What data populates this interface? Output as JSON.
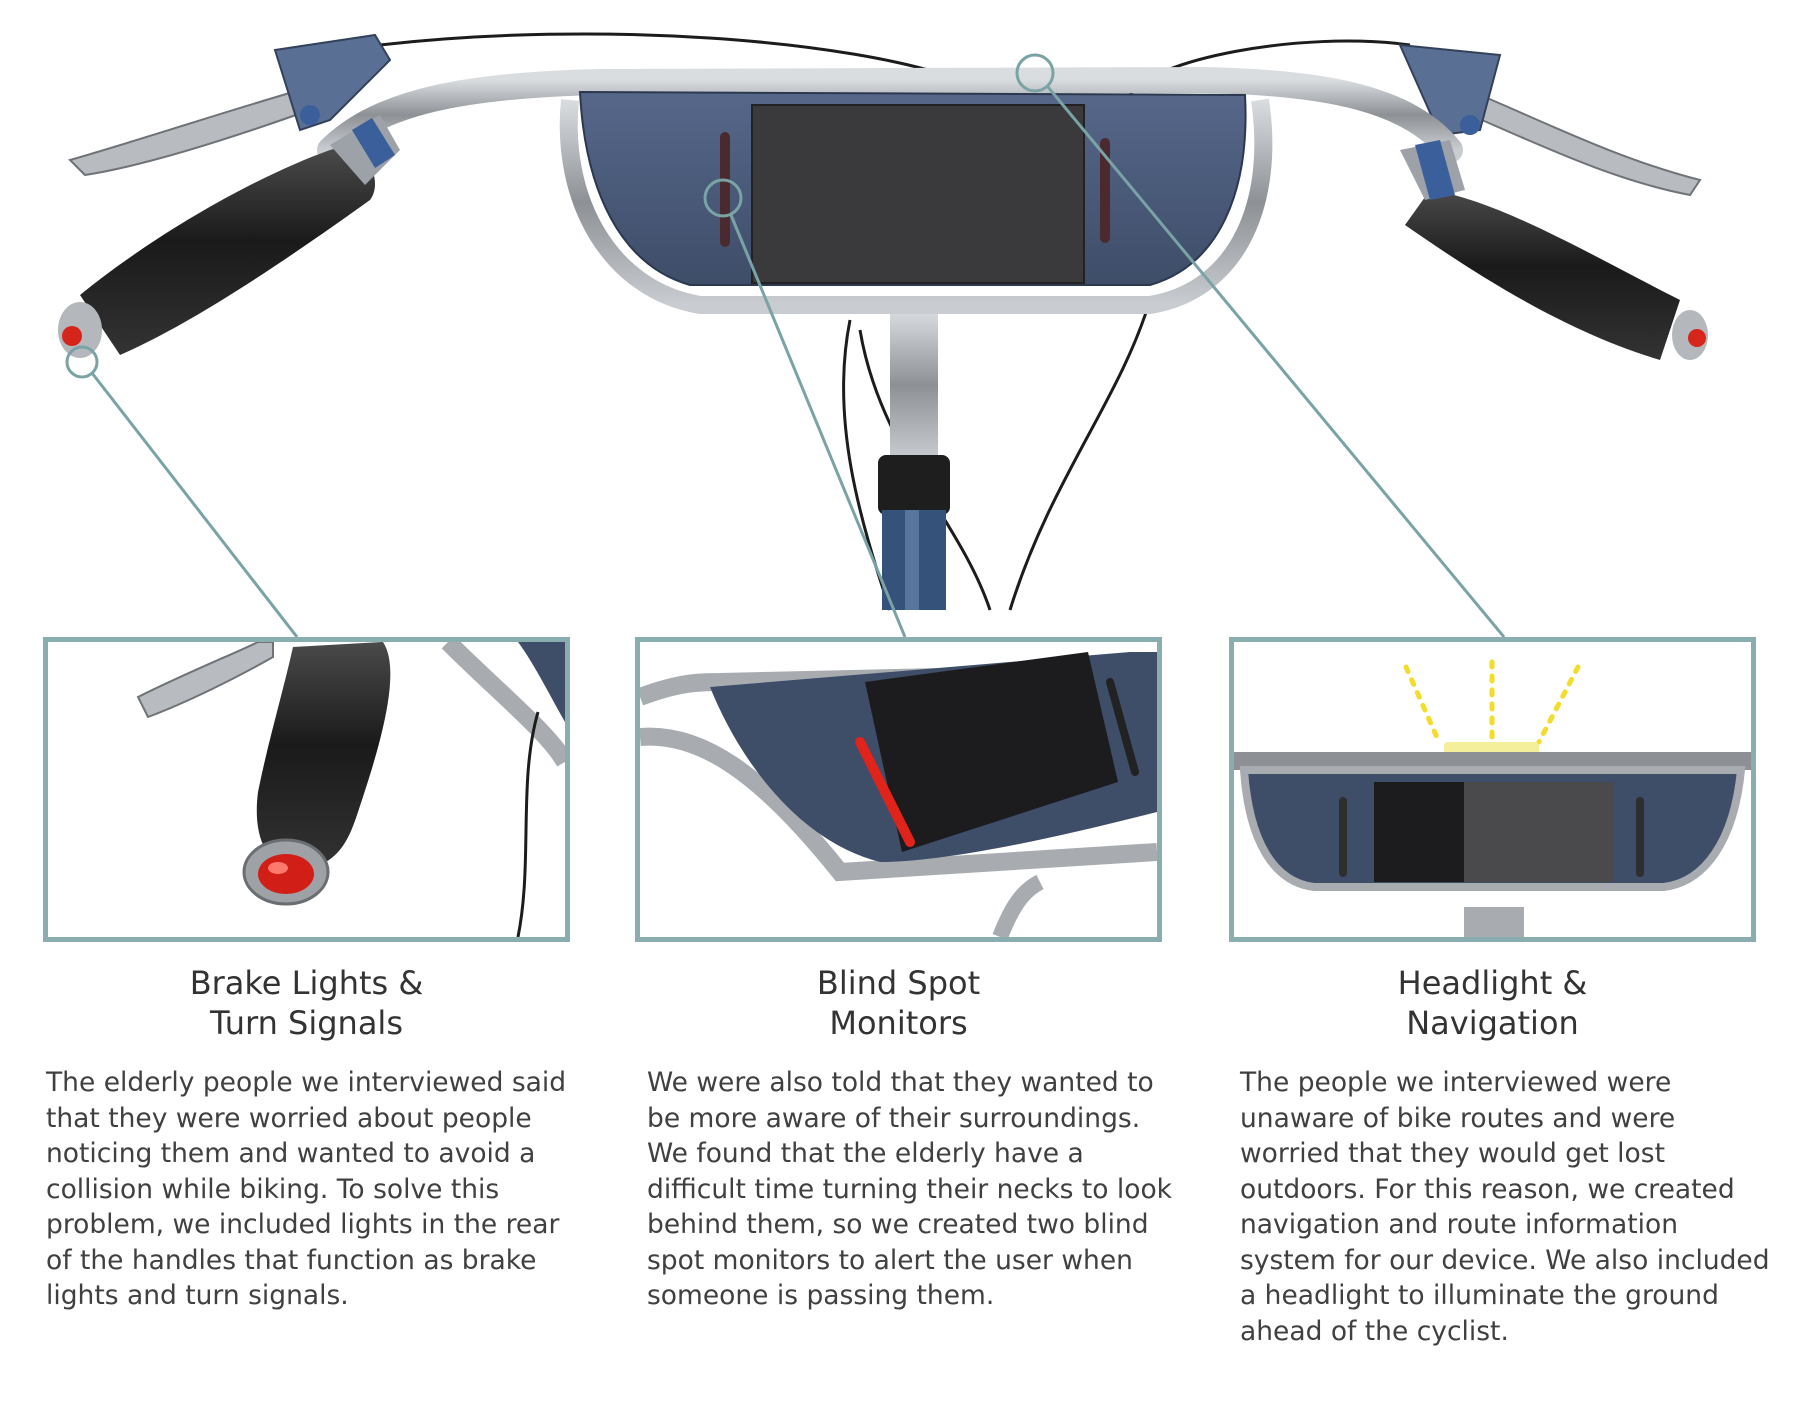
{
  "colors": {
    "frame": "#8aaeb0",
    "console": "#4a5b78",
    "chrome": "#a8acb0",
    "grip": "#222222",
    "brake_light": "#e0241b",
    "headlight_rays": "#f3dc2a"
  },
  "features": [
    {
      "title_line1": "Brake Lights &",
      "title_line2": "Turn Signals",
      "description": "The elderly people we interviewed said that they were worried about people noticing them and wanted to avoid a collision while biking.  To solve this problem, we included lights in the rear of the handles that function as brake lights and turn signals."
    },
    {
      "title_line1": "Blind Spot",
      "title_line2": "Monitors",
      "description": "We were also told that they wanted to be more aware of their surroundings.  We found that the elderly have a difficult time turning their necks to look behind them, so we created two blind spot monitors to alert the user when someone is passing them."
    },
    {
      "title_line1": "Headlight &",
      "title_line2": "Navigation",
      "description": "The people we interviewed were unaware of bike routes and were worried that they would get lost outdoors.  For this reason, we created navigation and route information system for our device.  We also included a headlight to illuminate the ground ahead of the cyclist."
    }
  ]
}
